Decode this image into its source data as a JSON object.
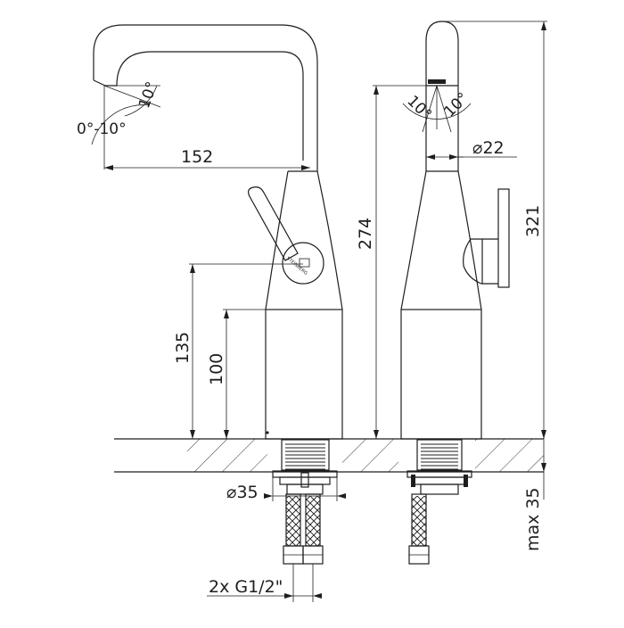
{
  "drawing": {
    "brand_mark": "STEINBERG",
    "front_view": {
      "spout_angle": "0°-10°",
      "tilt_angle": "10°",
      "spout_reach": "152",
      "lever_height": "135",
      "base_height": "100",
      "hole_diameter": "⌀35",
      "connections": "2x G1/2\""
    },
    "side_view": {
      "swing_left": "10°",
      "swing_right": "10°",
      "spout_diameter": "⌀22",
      "outlet_height": "274",
      "total_height": "321",
      "max_deck_thickness": "max 35"
    }
  }
}
